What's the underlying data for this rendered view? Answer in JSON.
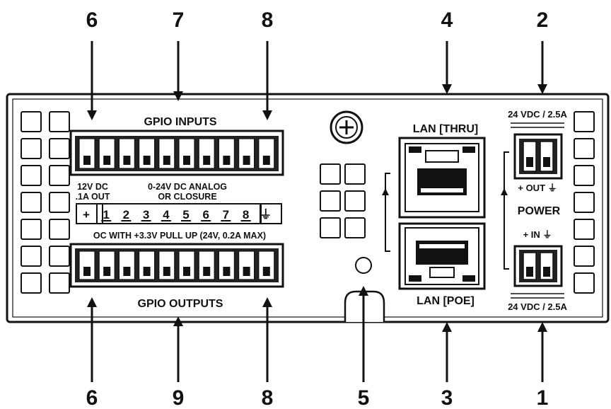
{
  "callouts": [
    "6",
    "7",
    "8",
    "4",
    "2",
    "6",
    "9",
    "8",
    "5",
    "3",
    "1"
  ],
  "gpio": {
    "inputs_label": "GPIO INPUTS",
    "outputs_label": "GPIO OUTPUTS",
    "supply_label_1": "12V DC",
    "supply_label_2": ".1A OUT",
    "analog_label_1": "0-24V DC ANALOG",
    "analog_label_2": "OR CLOSURE",
    "terminals": [
      "+",
      "1",
      "2",
      "3",
      "4",
      "5",
      "6",
      "7",
      "8",
      "⏚"
    ],
    "output_spec": "OC WITH +3.3V PULL UP (24V, 0.2A MAX)"
  },
  "lan": {
    "thru_label": "LAN [THRU]",
    "poe_label": "LAN [POE]"
  },
  "power": {
    "out_rating": "24 VDC / 2.5A",
    "out_label": "+ OUT ⏚",
    "power_label": "POWER",
    "in_label": "+ IN ⏚",
    "in_rating": "24 VDC / 2.5A"
  }
}
